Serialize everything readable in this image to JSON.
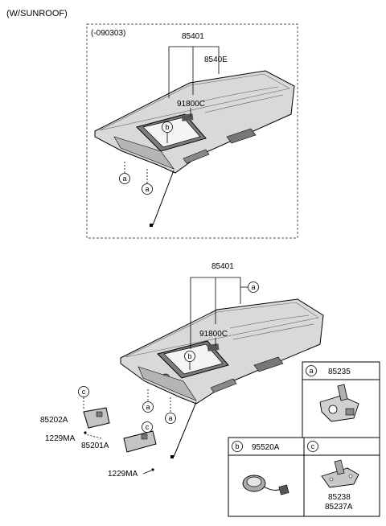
{
  "header": {
    "variant": "(W/SUNROOF)"
  },
  "upper_assembly": {
    "range_label": "(-090303)",
    "parts": {
      "headlining": "85401",
      "retainer": "8540E",
      "bracket": "91800C"
    },
    "callouts": [
      "a",
      "a",
      "b"
    ]
  },
  "lower_assembly": {
    "parts": {
      "headlining": "85401",
      "bracket": "91800C",
      "sunvisor_lh": "85202A",
      "sunvisor_rh": "85201A",
      "screw_1": "1229MA",
      "screw_2": "1229MA"
    },
    "callouts": [
      "a",
      "a",
      "a",
      "b",
      "c",
      "c"
    ]
  },
  "detail_boxes": {
    "a": {
      "letter": "a",
      "part": "85235"
    },
    "b": {
      "letter": "b",
      "part": "95520A"
    },
    "c": {
      "letter": "c",
      "parts": [
        "85238",
        "85237A"
      ]
    }
  },
  "colors": {
    "line": "#000000",
    "dash": "#555555",
    "fill": "#d6d6d6",
    "fill_dark": "#8c8c8c"
  }
}
